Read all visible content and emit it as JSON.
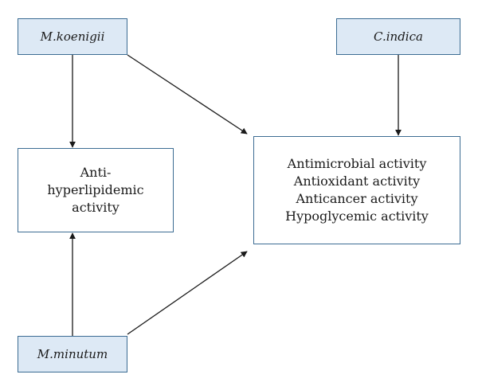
{
  "nodes": {
    "mkoenigii": "M.koenigii",
    "cindica": "C.indica",
    "mminutum": "M.minutum",
    "antihyperlipidemic": [
      "Anti-",
      "hyperlipidemic",
      "activity"
    ],
    "activities": [
      "Antimicrobial activity",
      "Antioxidant activity",
      "Anticancer activity",
      "Hypoglycemic activity"
    ]
  },
  "edges": [
    {
      "from": "M.koenigii",
      "to": "Anti-hyperlipidemic activity"
    },
    {
      "from": "M.koenigii",
      "to": "Antimicrobial / Antioxidant / Anticancer / Hypoglycemic activity"
    },
    {
      "from": "C.indica",
      "to": "Antimicrobial / Antioxidant / Anticancer / Hypoglycemic activity"
    },
    {
      "from": "M.minutum",
      "to": "Anti-hyperlipidemic activity"
    },
    {
      "from": "M.minutum",
      "to": "Antimicrobial / Antioxidant / Anticancer / Hypoglycemic activity"
    }
  ],
  "colors": {
    "source_fill": "#dde9f5",
    "border": "#3c6c93",
    "arrow": "#1a1a1a"
  }
}
